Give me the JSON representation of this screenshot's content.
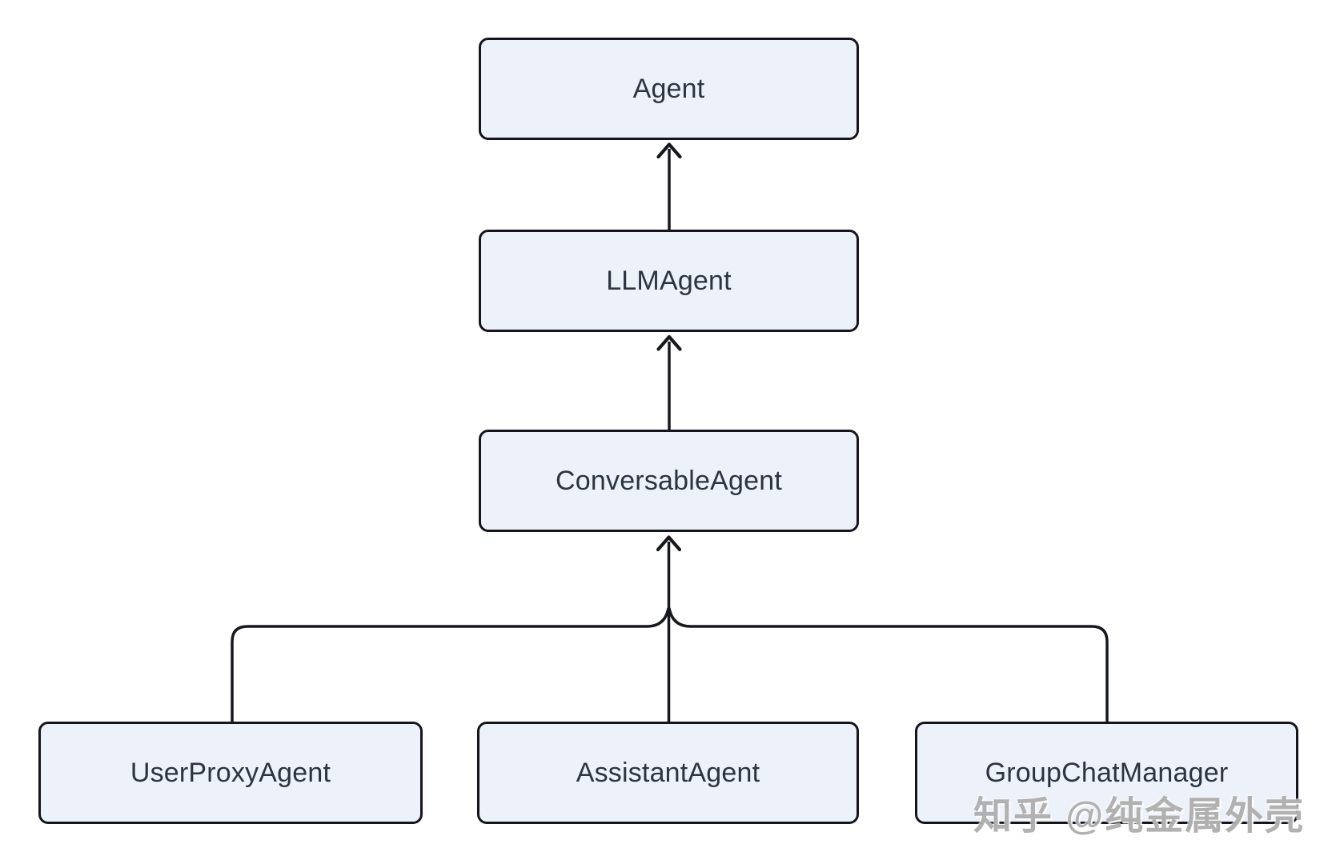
{
  "diagram": {
    "type": "class-hierarchy-flowchart",
    "background": "#ffffff",
    "nodes": {
      "agent": {
        "label": "Agent"
      },
      "llm_agent": {
        "label": "LLMAgent"
      },
      "conversable_agent": {
        "label": "ConversableAgent"
      },
      "user_proxy_agent": {
        "label": "UserProxyAgent"
      },
      "assistant_agent": {
        "label": "AssistantAgent"
      },
      "group_chat_manager": {
        "label": "GroupChatManager"
      }
    },
    "edges": [
      {
        "from": "LLMAgent",
        "to": "Agent",
        "style": "arrow-up"
      },
      {
        "from": "ConversableAgent",
        "to": "LLMAgent",
        "style": "arrow-up"
      },
      {
        "from": "UserProxyAgent",
        "to": "ConversableAgent",
        "style": "arrow-up"
      },
      {
        "from": "AssistantAgent",
        "to": "ConversableAgent",
        "style": "arrow-up"
      },
      {
        "from": "GroupChatManager",
        "to": "ConversableAgent",
        "style": "arrow-up"
      }
    ],
    "colors": {
      "node_fill": "#edf1f9",
      "node_border": "#14161c",
      "node_text": "#2b3440",
      "edge_stroke": "#16181d",
      "watermark_text": "#a6a6a6"
    }
  },
  "watermark": {
    "text": "知乎 @纯金属外壳"
  }
}
